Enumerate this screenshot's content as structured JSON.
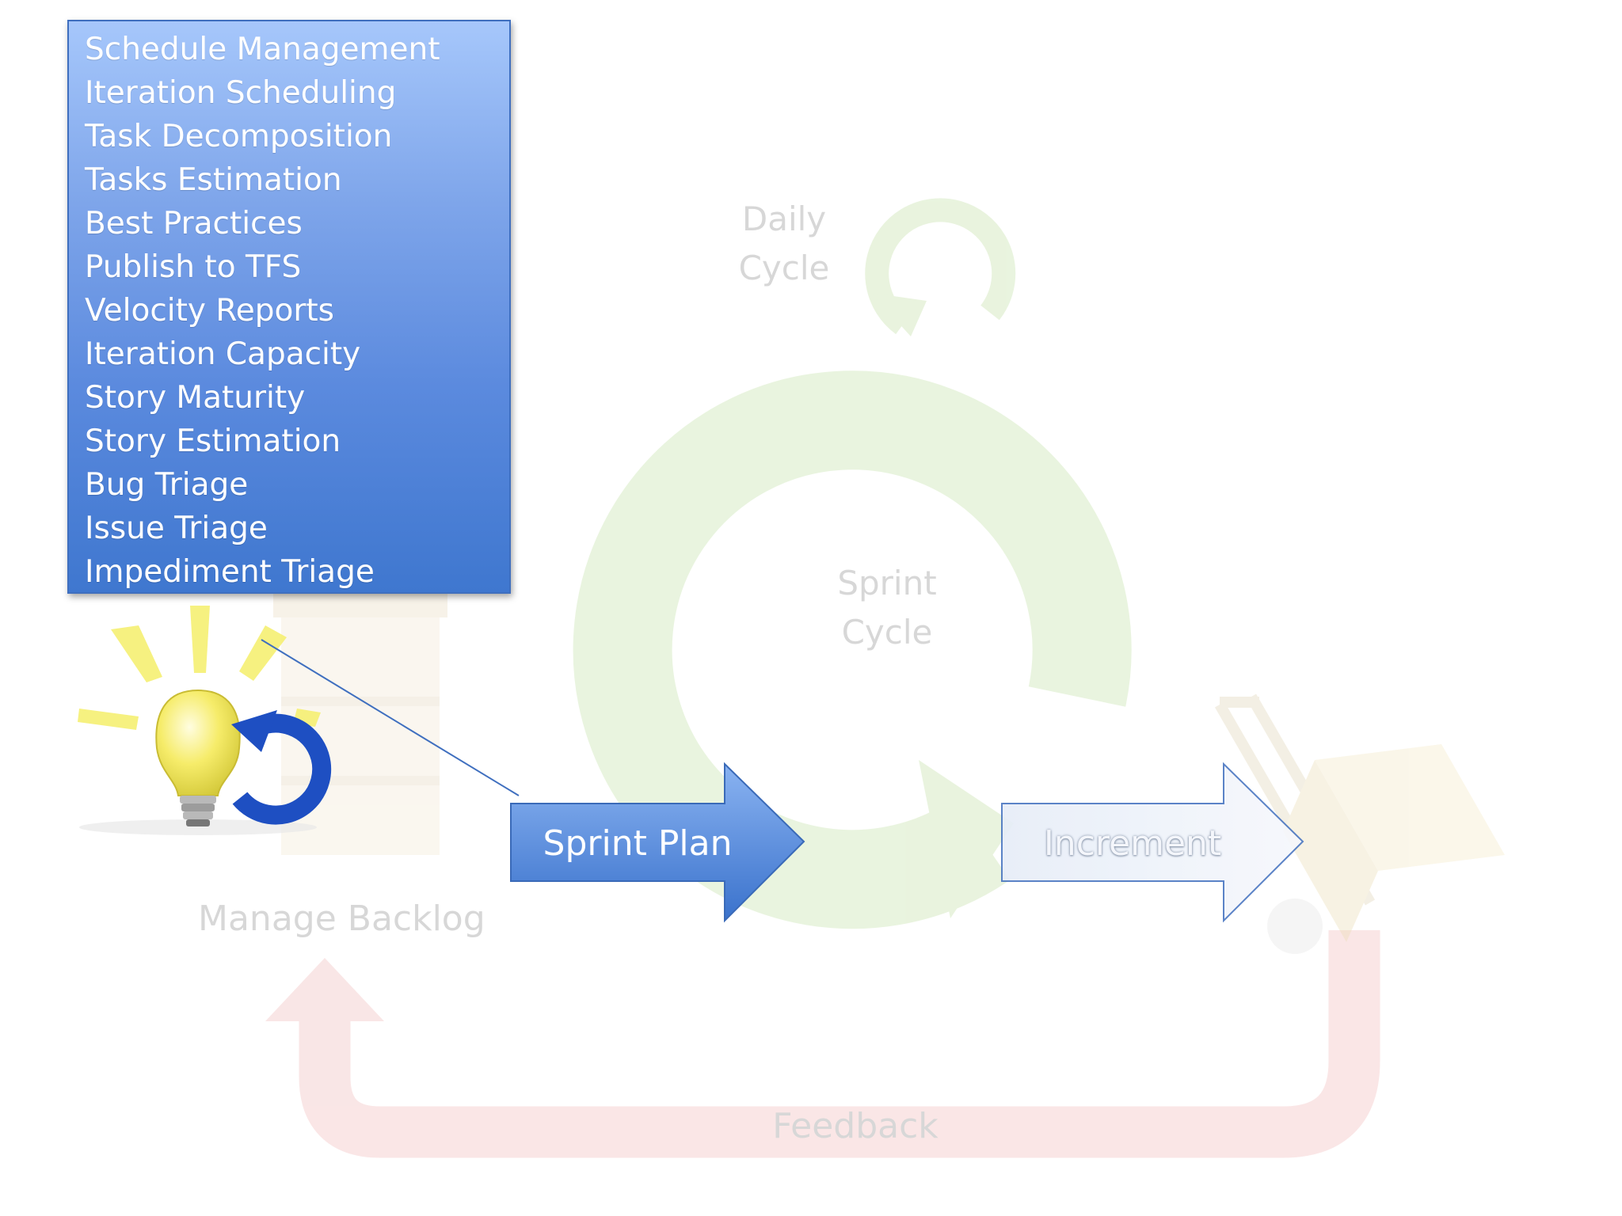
{
  "tasks": {
    "items": [
      "Schedule Management",
      "Iteration Scheduling",
      "Task Decomposition",
      "Tasks Estimation",
      "Best Practices",
      "Publish to TFS",
      "Velocity Reports",
      "Iteration Capacity",
      "Story Maturity",
      "Story Estimation",
      "Bug Triage",
      "Issue Triage",
      "Impediment Triage"
    ]
  },
  "cycles": {
    "daily": "Daily\nCycle",
    "sprint": "Sprint\nCycle"
  },
  "flow": {
    "sprint_plan": "Sprint Plan",
    "increment": "Increment",
    "manage_backlog": "Manage Backlog",
    "feedback": "Feedback"
  },
  "icons": {
    "lightbulb": "lightbulb-icon",
    "refresh": "refresh-icon",
    "hand_truck": "hand-truck-icon"
  },
  "colors": {
    "task_box_top": "#a6c7fb",
    "task_box_bottom": "#3f77cf",
    "cycle_green": "#d9edc9",
    "feedback_red": "#f7dede",
    "arrow_blue": "#4a7fd6"
  }
}
